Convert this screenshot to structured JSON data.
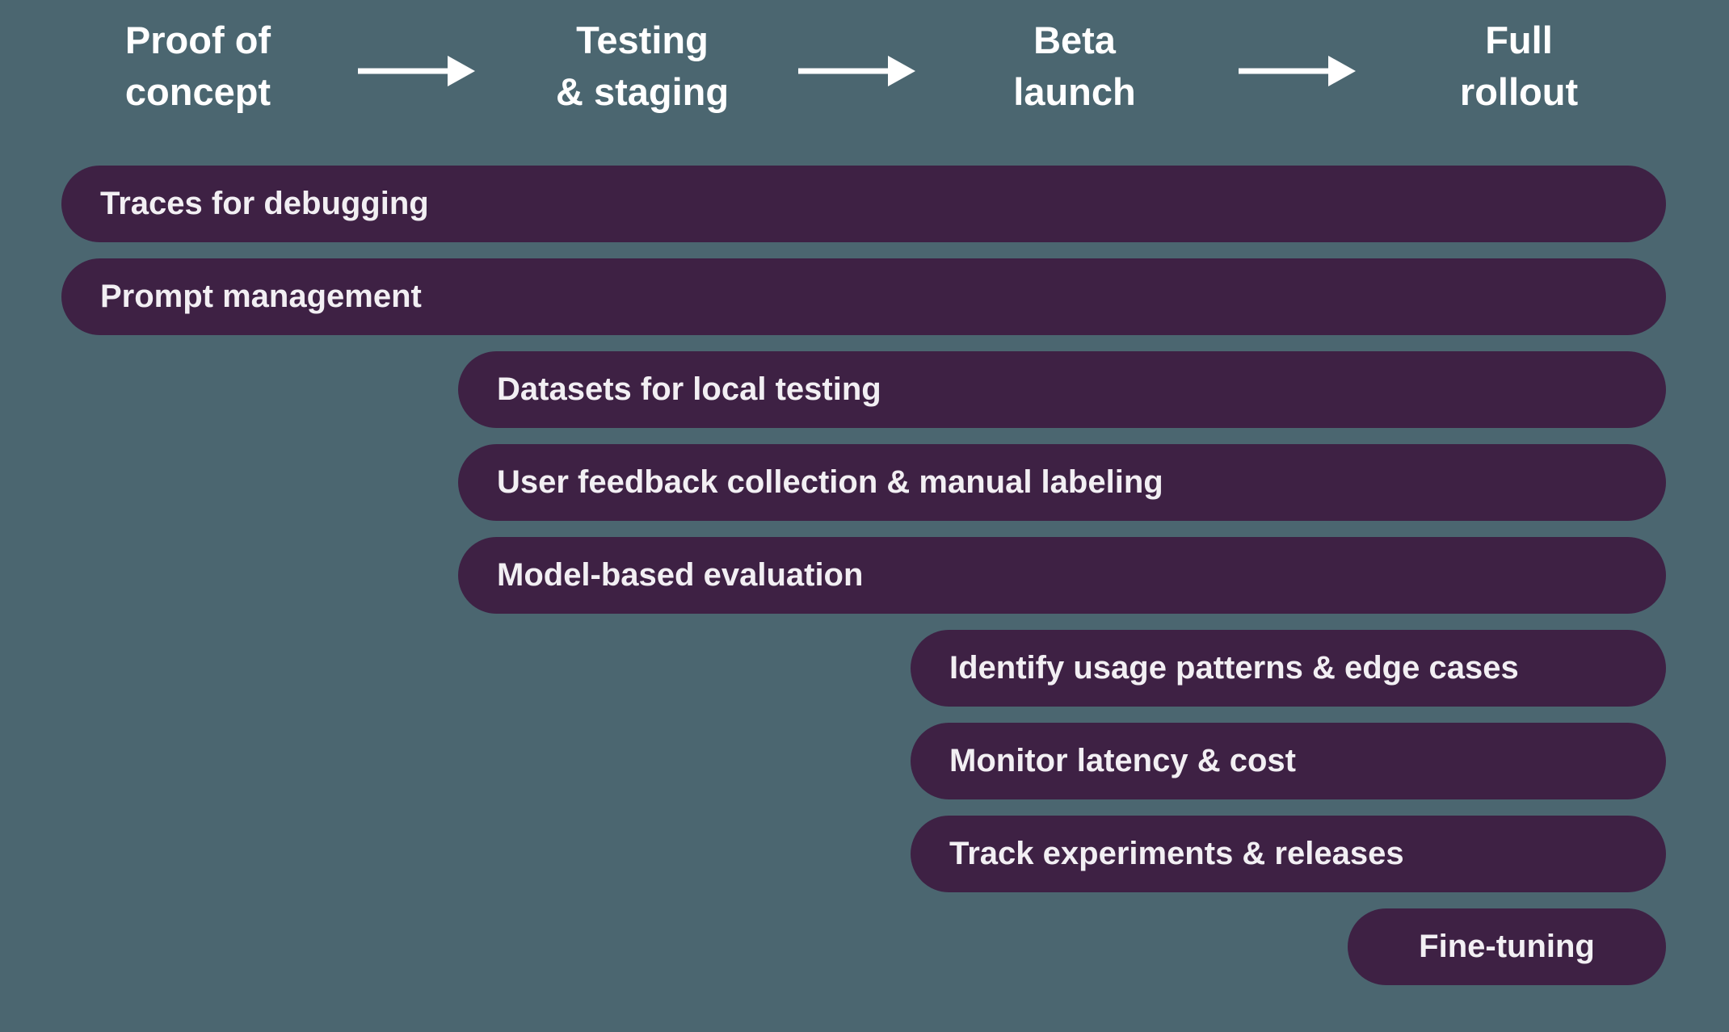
{
  "stages": [
    {
      "line1": "Proof of",
      "line2": "concept"
    },
    {
      "line1": "Testing",
      "line2": "& staging"
    },
    {
      "line1": "Beta",
      "line2": "launch"
    },
    {
      "line1": "Full",
      "line2": "rollout"
    }
  ],
  "bars": [
    {
      "label": "Traces for debugging",
      "starts_at": "Proof of concept"
    },
    {
      "label": "Prompt management",
      "starts_at": "Proof of concept"
    },
    {
      "label": "Datasets for local testing",
      "starts_at": "Testing & staging"
    },
    {
      "label": "User feedback collection & manual labeling",
      "starts_at": "Testing & staging"
    },
    {
      "label": "Model-based evaluation",
      "starts_at": "Testing & staging"
    },
    {
      "label": "Identify usage patterns & edge cases",
      "starts_at": "Beta launch"
    },
    {
      "label": "Monitor latency & cost",
      "starts_at": "Beta launch"
    },
    {
      "label": "Track experiments & releases",
      "starts_at": "Beta launch"
    },
    {
      "label": "Fine-tuning",
      "starts_at": "Full rollout"
    }
  ],
  "colors": {
    "background": "#4B6670",
    "bar": "#3E2144",
    "header_text": "#FFFFFF",
    "bar_text": "#F2EFF3"
  }
}
